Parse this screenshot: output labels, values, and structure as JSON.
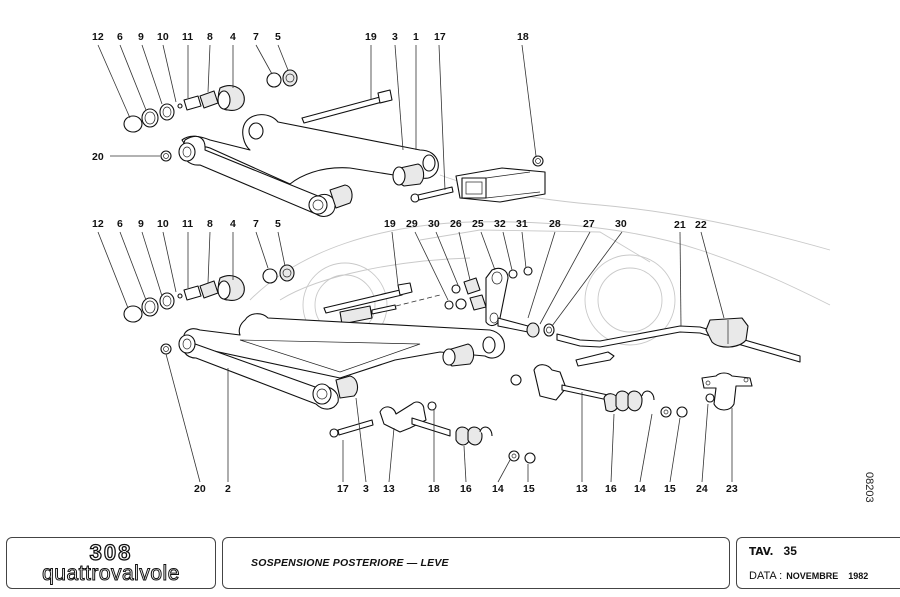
{
  "document": {
    "type": "exploded parts diagram",
    "title": "SOSPENSIONE POSTERIORE — LEVE",
    "logo": {
      "model": "308",
      "variant": "quattrovalvole"
    },
    "table_label": "TAV.",
    "table_number": "35",
    "date_label": "DATA :",
    "date_month": "NOVEMBRE",
    "date_year": "1982",
    "drawing_code": "08203"
  },
  "callouts": {
    "upper_row": [
      "12",
      "6",
      "9",
      "10",
      "11",
      "8",
      "4",
      "7",
      "5",
      "19",
      "3",
      "1",
      "17",
      "18"
    ],
    "upper_left": [
      "20"
    ],
    "middle_row": [
      "12",
      "6",
      "9",
      "10",
      "11",
      "8",
      "4",
      "7",
      "5",
      "19",
      "29",
      "30",
      "26",
      "25",
      "32",
      "31",
      "28",
      "27",
      "30",
      "21",
      "22"
    ],
    "bottom_row": [
      "20",
      "2",
      "17",
      "3",
      "13",
      "18",
      "16",
      "14",
      "15",
      "13",
      "16",
      "14",
      "15",
      "24",
      "23"
    ]
  }
}
